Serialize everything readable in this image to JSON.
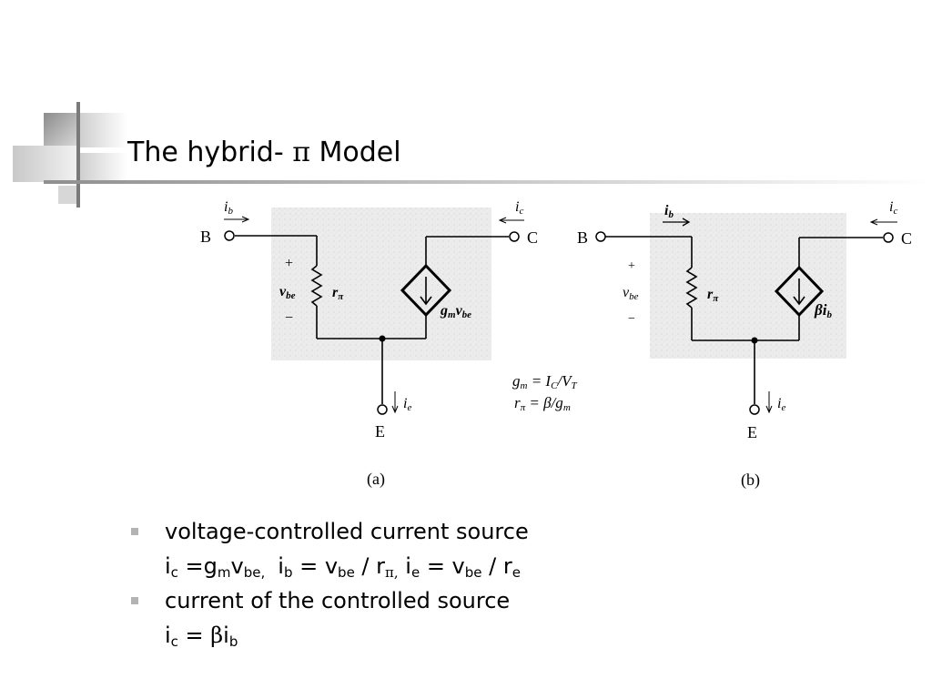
{
  "slide": {
    "title_prefix": "The hybrid- ",
    "title_symbol": "π",
    "title_suffix": " Model"
  },
  "figure_a": {
    "caption": "(a)",
    "node_b": "B",
    "node_c": "C",
    "node_e": "E",
    "ib": "i",
    "ib_sub": "b",
    "ic": "i",
    "ic_sub": "c",
    "ie": "i",
    "ie_sub": "e",
    "plus": "+",
    "minus": "−",
    "vbe": "v",
    "vbe_sub": "be",
    "rpi": "r",
    "rpi_sub": "π",
    "source": "g",
    "source_sub": "m",
    "source_v": "v",
    "source_v_sub": "be"
  },
  "figure_b": {
    "caption": "(b)",
    "node_b": "B",
    "node_c": "C",
    "node_e": "E",
    "ib": "i",
    "ib_sub": "b",
    "ic": "i",
    "ic_sub": "c",
    "ie": "i",
    "ie_sub": "e",
    "plus": "+",
    "minus": "−",
    "vbe": "v",
    "vbe_sub": "be",
    "rpi": "r",
    "rpi_sub": "π",
    "source": "βi",
    "source_sub": "b"
  },
  "relations": {
    "gm_lhs": "g",
    "gm_lhs_sub": "m",
    "gm_rhs": " =  I",
    "gm_rhs_sub": "C",
    "gm_rhs2": "/V",
    "gm_rhs2_sub": "T",
    "rpi_lhs": "r",
    "rpi_lhs_sub": "π",
    "rpi_rhs": " =  β/g",
    "rpi_rhs_sub": "m"
  },
  "bullets": [
    {
      "text": "voltage-controlled current source",
      "eq": {
        "a": "i",
        "a_sub": "c",
        "b": " =g",
        "b_sub": "m",
        "c": "v",
        "c_sub": "be,",
        "d": "i",
        "d_sub": "b",
        "e": " = v",
        "e_sub": "be",
        "f": " / r",
        "f_sub": "π,",
        "g": " i",
        "g_sub": "e",
        "h": " = v",
        "h_sub": "be",
        "i": " / r",
        "i_sub": "e"
      }
    },
    {
      "text": "current of the controlled source",
      "eq": {
        "a": "i",
        "a_sub": "c",
        "b": " = ",
        "beta": "β",
        "c": "i",
        "c_sub": "b"
      }
    }
  ]
}
